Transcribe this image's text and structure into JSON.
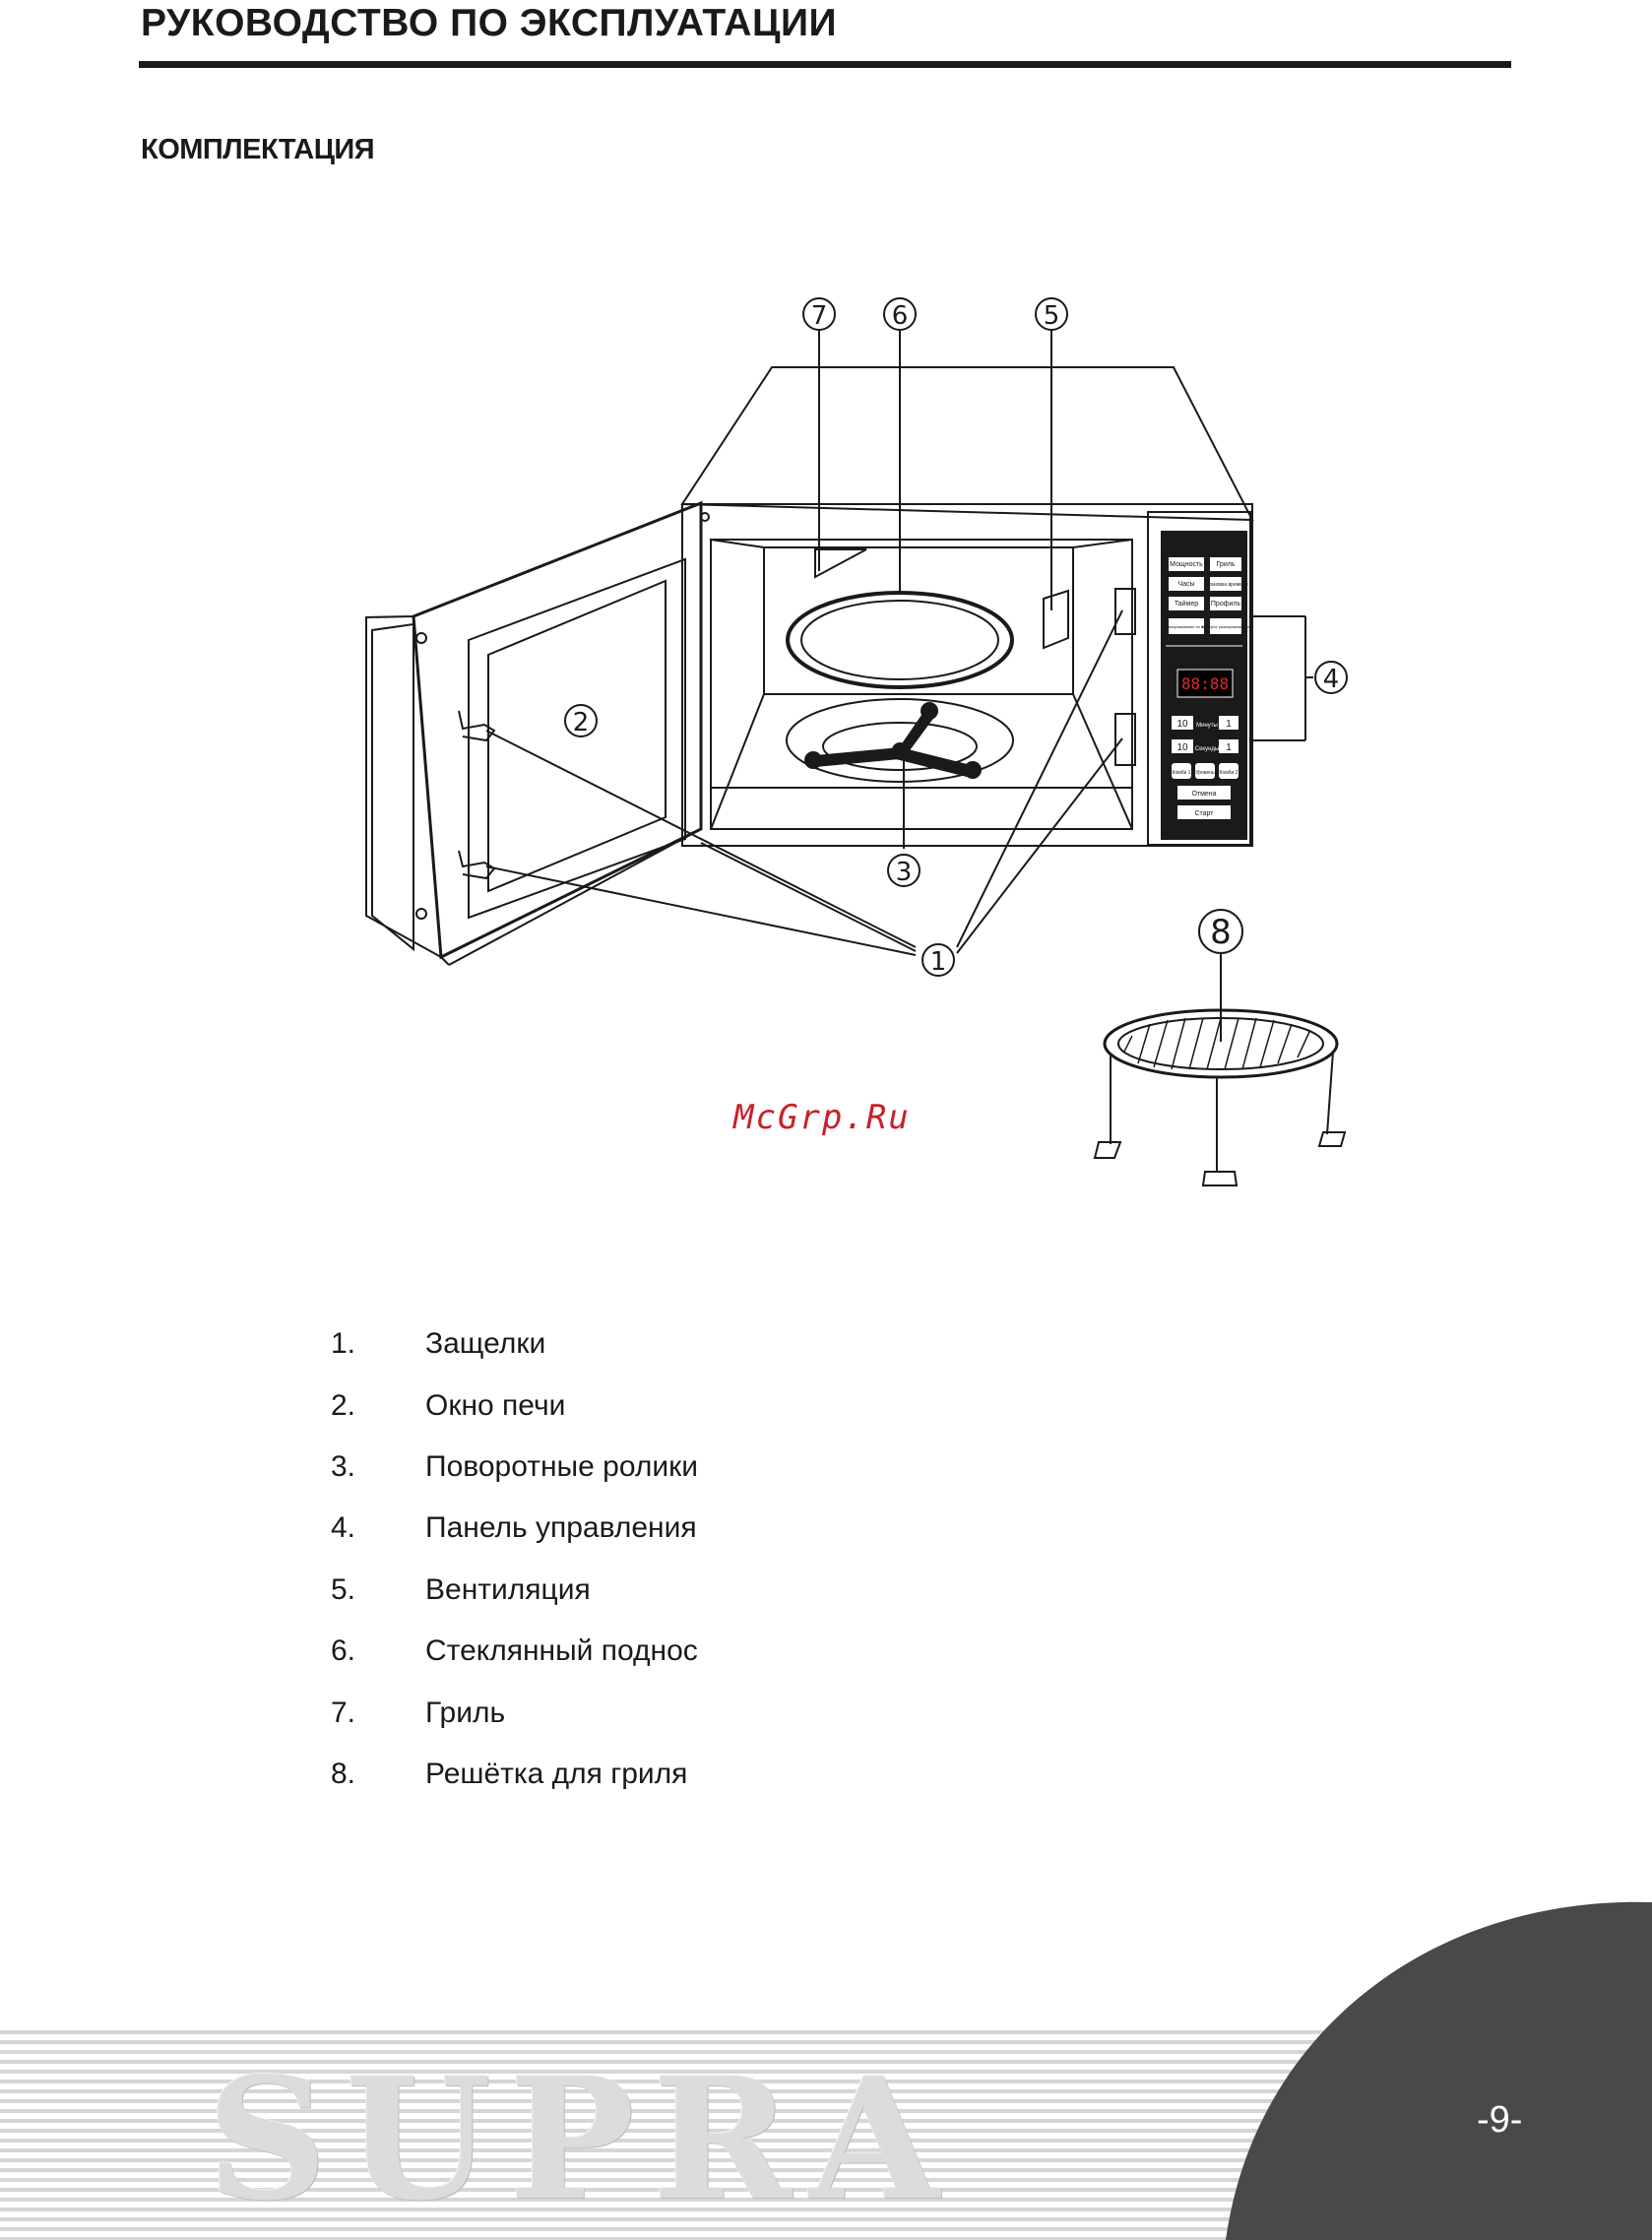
{
  "header": {
    "title": "РУКОВОДСТВО ПО ЭКСПЛУАТАЦИИ",
    "section": "КОМПЛЕКТАЦИЯ"
  },
  "diagram": {
    "callouts": [
      "7",
      "6",
      "5",
      "4",
      "2",
      "3",
      "1",
      "8"
    ],
    "control_panel": {
      "buttons": [
        "Мощность",
        "Гриль",
        "Часы",
        "Установка времени",
        "Таймер",
        "Профиль",
        "Размораживание по весу",
        "Быстрое размораживание"
      ],
      "display": "88:88",
      "dial_rows": [
        {
          "left": "10",
          "label": "Минуты",
          "right": "1"
        },
        {
          "left": "10",
          "label": "Секунды",
          "right": "1"
        }
      ],
      "combo_buttons": [
        "Комби 1",
        "Уровень",
        "Комби 2"
      ],
      "cancel": "Отмена",
      "start": "Старт"
    }
  },
  "watermark": "McGrp.Ru",
  "parts": [
    {
      "num": "1.",
      "label": "Защелки"
    },
    {
      "num": "2.",
      "label": "Окно печи"
    },
    {
      "num": "3.",
      "label": "Поворотные ролики"
    },
    {
      "num": "4.",
      "label": "Панель управления"
    },
    {
      "num": "5.",
      "label": "Вентиляция"
    },
    {
      "num": "6.",
      "label": "Стеклянный поднос"
    },
    {
      "num": "7.",
      "label": "Гриль"
    },
    {
      "num": "8.",
      "label": "Решётка для гриля"
    }
  ],
  "footer": {
    "brand": "SUPRA",
    "page_number": "-9-"
  },
  "colors": {
    "ink": "#1a1a1a",
    "corner": "#4a4849",
    "stripes": "#d6d6d6",
    "watermark": "#c8202a"
  }
}
